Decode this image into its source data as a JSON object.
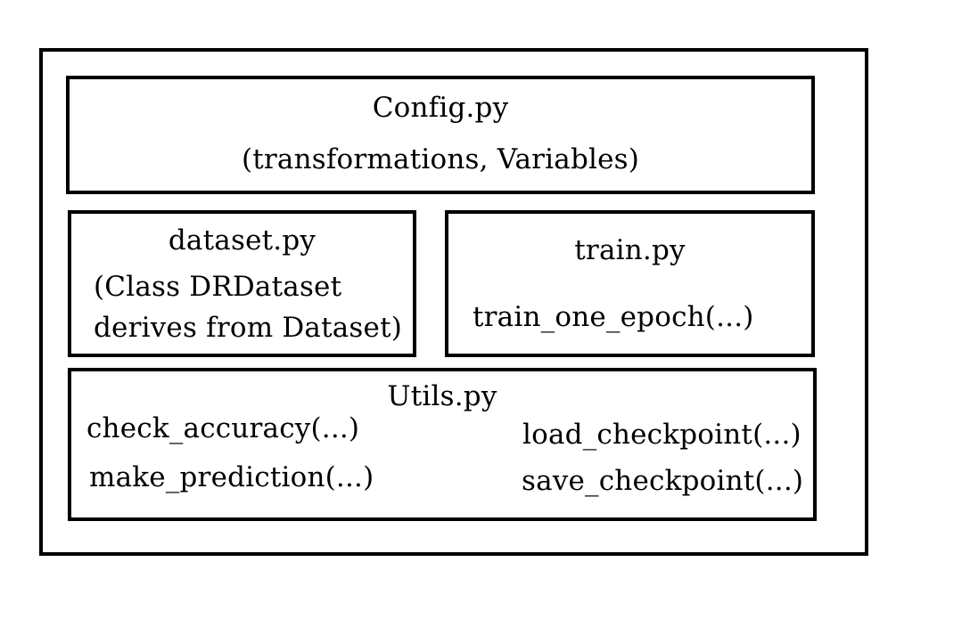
{
  "colors": {
    "stroke": "#000000",
    "background": "#ffffff"
  },
  "config": {
    "title": "Config.py",
    "subtitle": "(transformations, Variables)"
  },
  "dataset": {
    "title": "dataset.py",
    "line1": "(Class DRDataset",
    "line2": "derives from Dataset)"
  },
  "train": {
    "title": "train.py",
    "function": "train_one_epoch(...)"
  },
  "utils": {
    "title": "Utils.py",
    "functions_left": [
      "check_accuracy(...)",
      "make_prediction(...)"
    ],
    "functions_right": [
      "load_checkpoint(...)",
      "save_checkpoint(...)"
    ]
  }
}
